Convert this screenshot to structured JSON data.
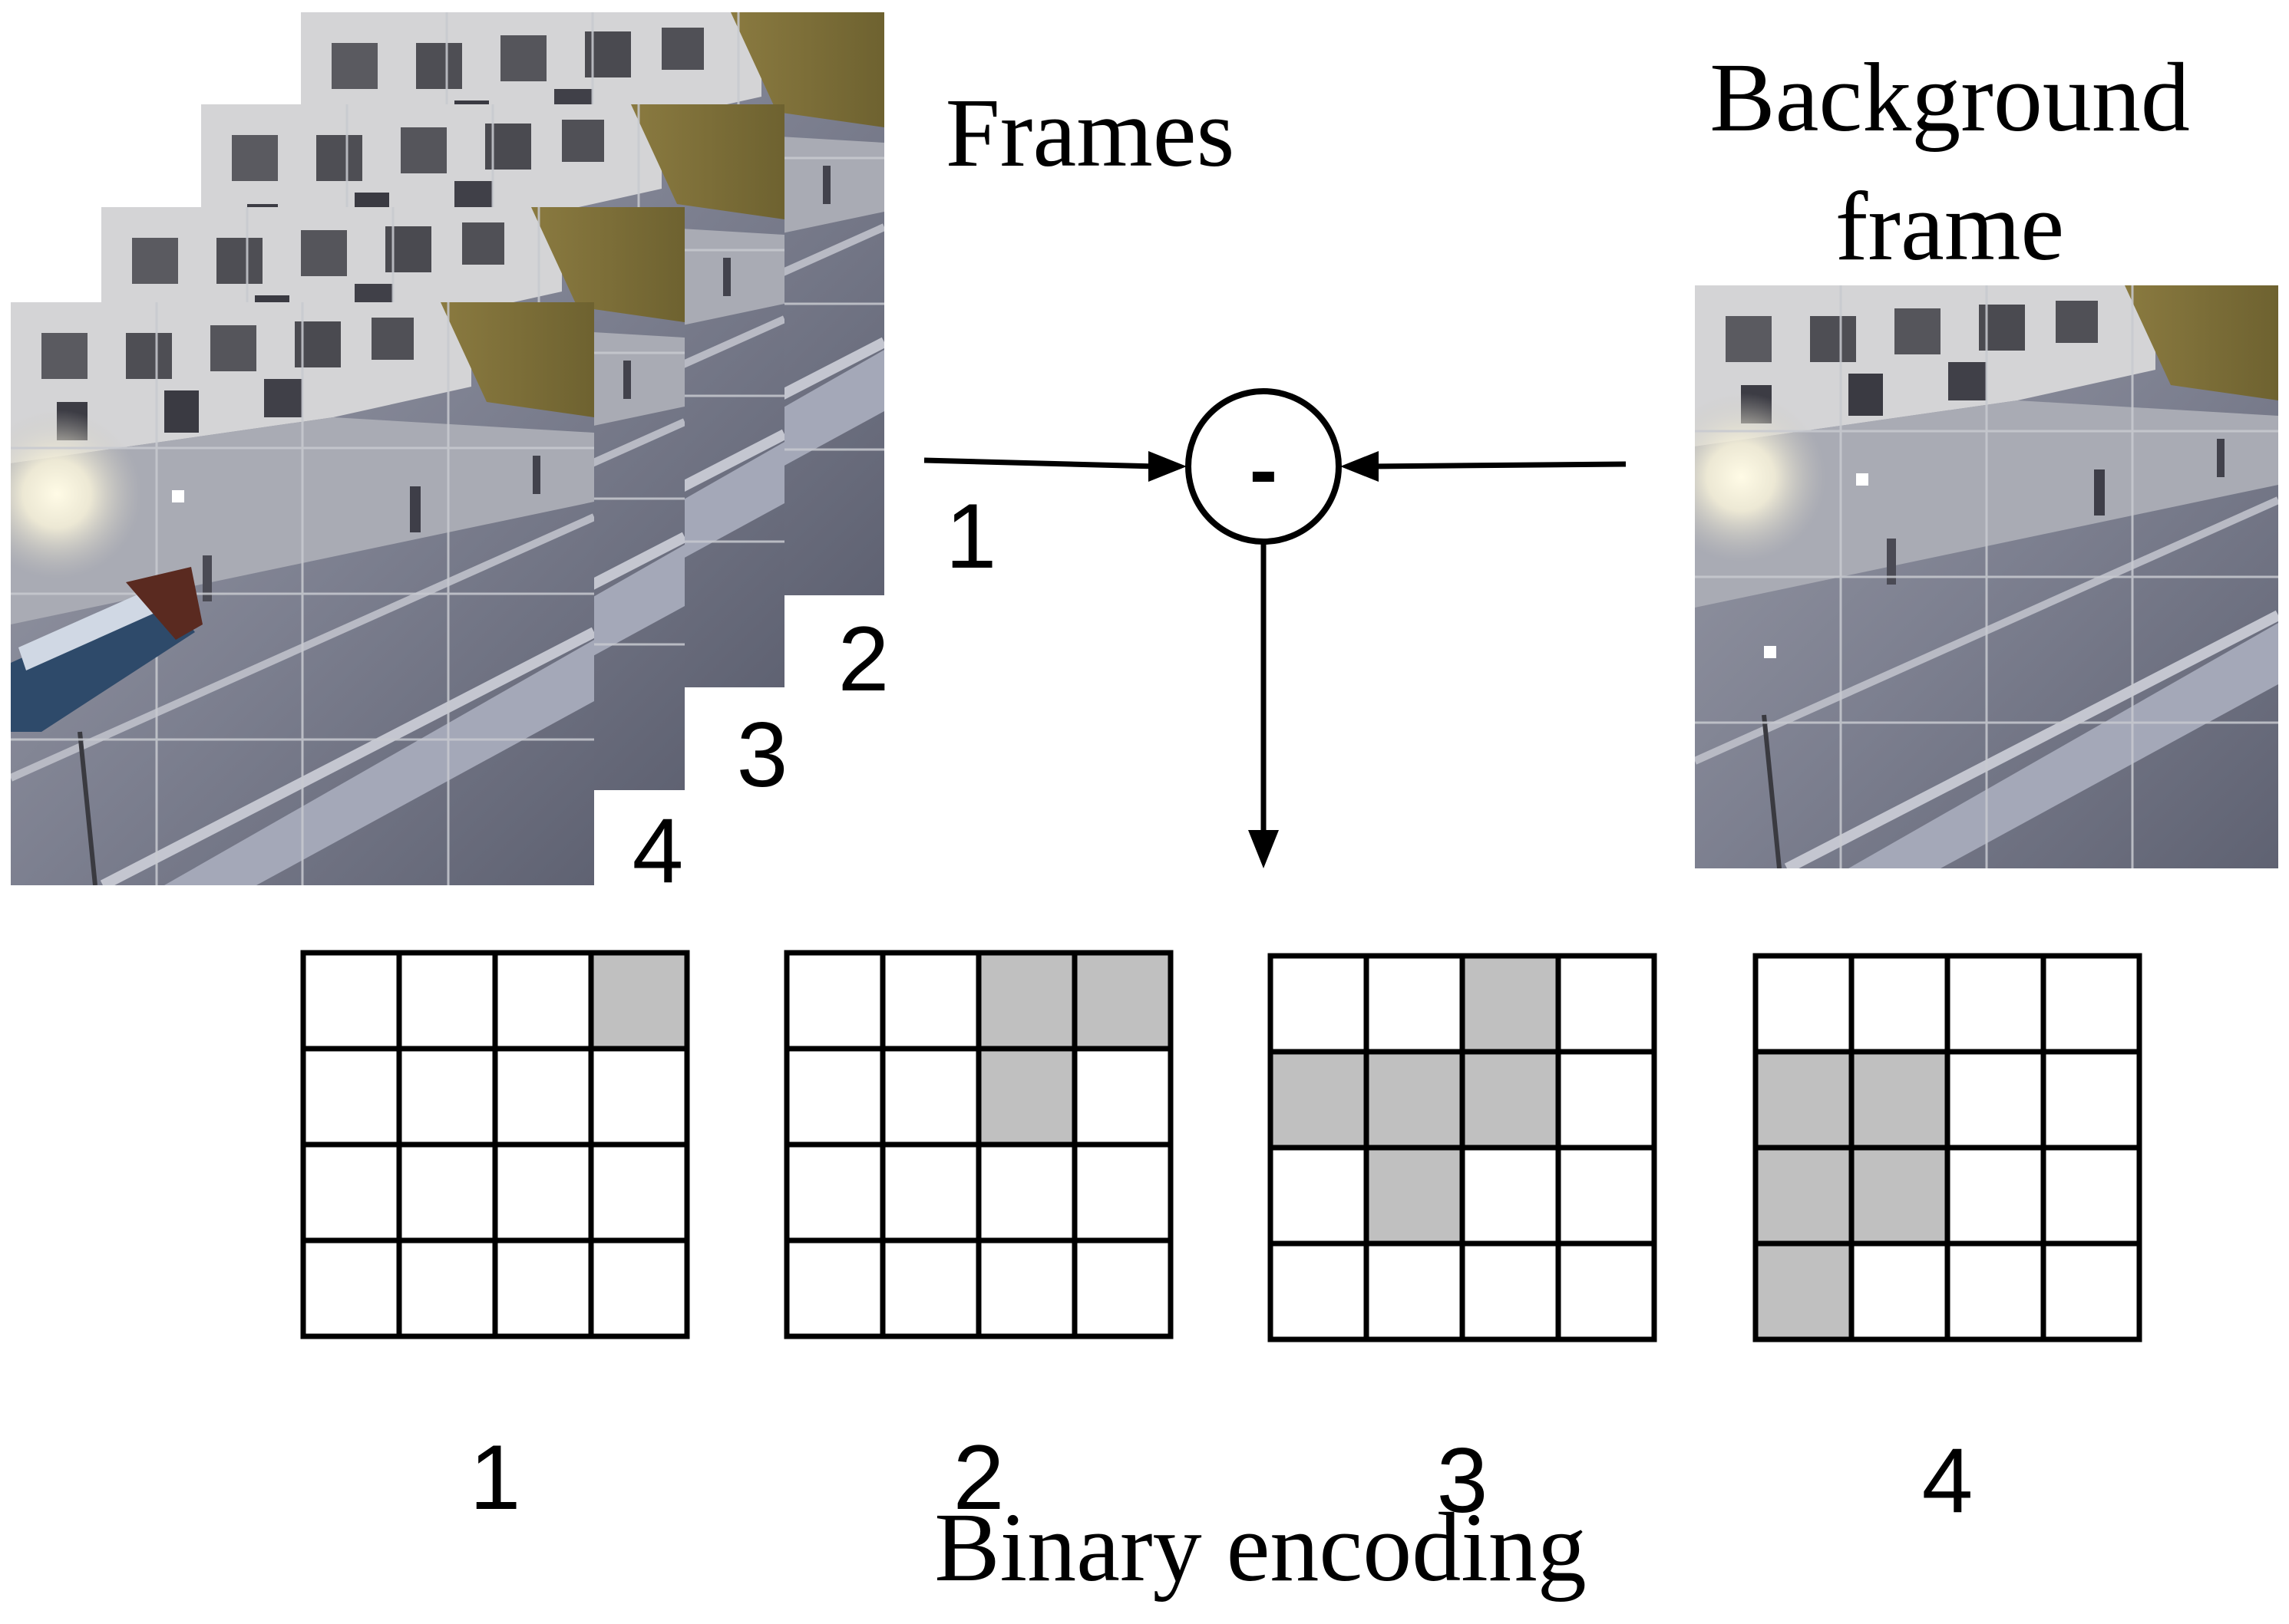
{
  "labels": {
    "frames": "Frames",
    "background_line1": "Background",
    "background_line2": "frame",
    "minus": "-",
    "input_number": "1",
    "binary_encoding": "Binary encoding"
  },
  "frame_stack": [
    {
      "number": "1"
    },
    {
      "number": "2"
    },
    {
      "number": "3"
    },
    {
      "number": "4"
    }
  ],
  "encodings": [
    {
      "label": "1",
      "cells": [
        [
          0,
          0,
          0,
          1
        ],
        [
          0,
          0,
          0,
          0
        ],
        [
          0,
          0,
          0,
          0
        ],
        [
          0,
          0,
          0,
          0
        ]
      ]
    },
    {
      "label": "2",
      "cells": [
        [
          0,
          0,
          1,
          1
        ],
        [
          0,
          0,
          1,
          0
        ],
        [
          0,
          0,
          0,
          0
        ],
        [
          0,
          0,
          0,
          0
        ]
      ]
    },
    {
      "label": "3",
      "cells": [
        [
          0,
          0,
          1,
          0
        ],
        [
          1,
          1,
          1,
          0
        ],
        [
          0,
          1,
          0,
          0
        ],
        [
          0,
          0,
          0,
          0
        ]
      ]
    },
    {
      "label": "4",
      "cells": [
        [
          0,
          0,
          0,
          0
        ],
        [
          1,
          1,
          0,
          0
        ],
        [
          1,
          1,
          0,
          0
        ],
        [
          1,
          0,
          0,
          0
        ]
      ]
    }
  ],
  "colors": {
    "active_cell": "#c0c0c0",
    "inactive_cell": "#ffffff",
    "line": "#000000"
  }
}
